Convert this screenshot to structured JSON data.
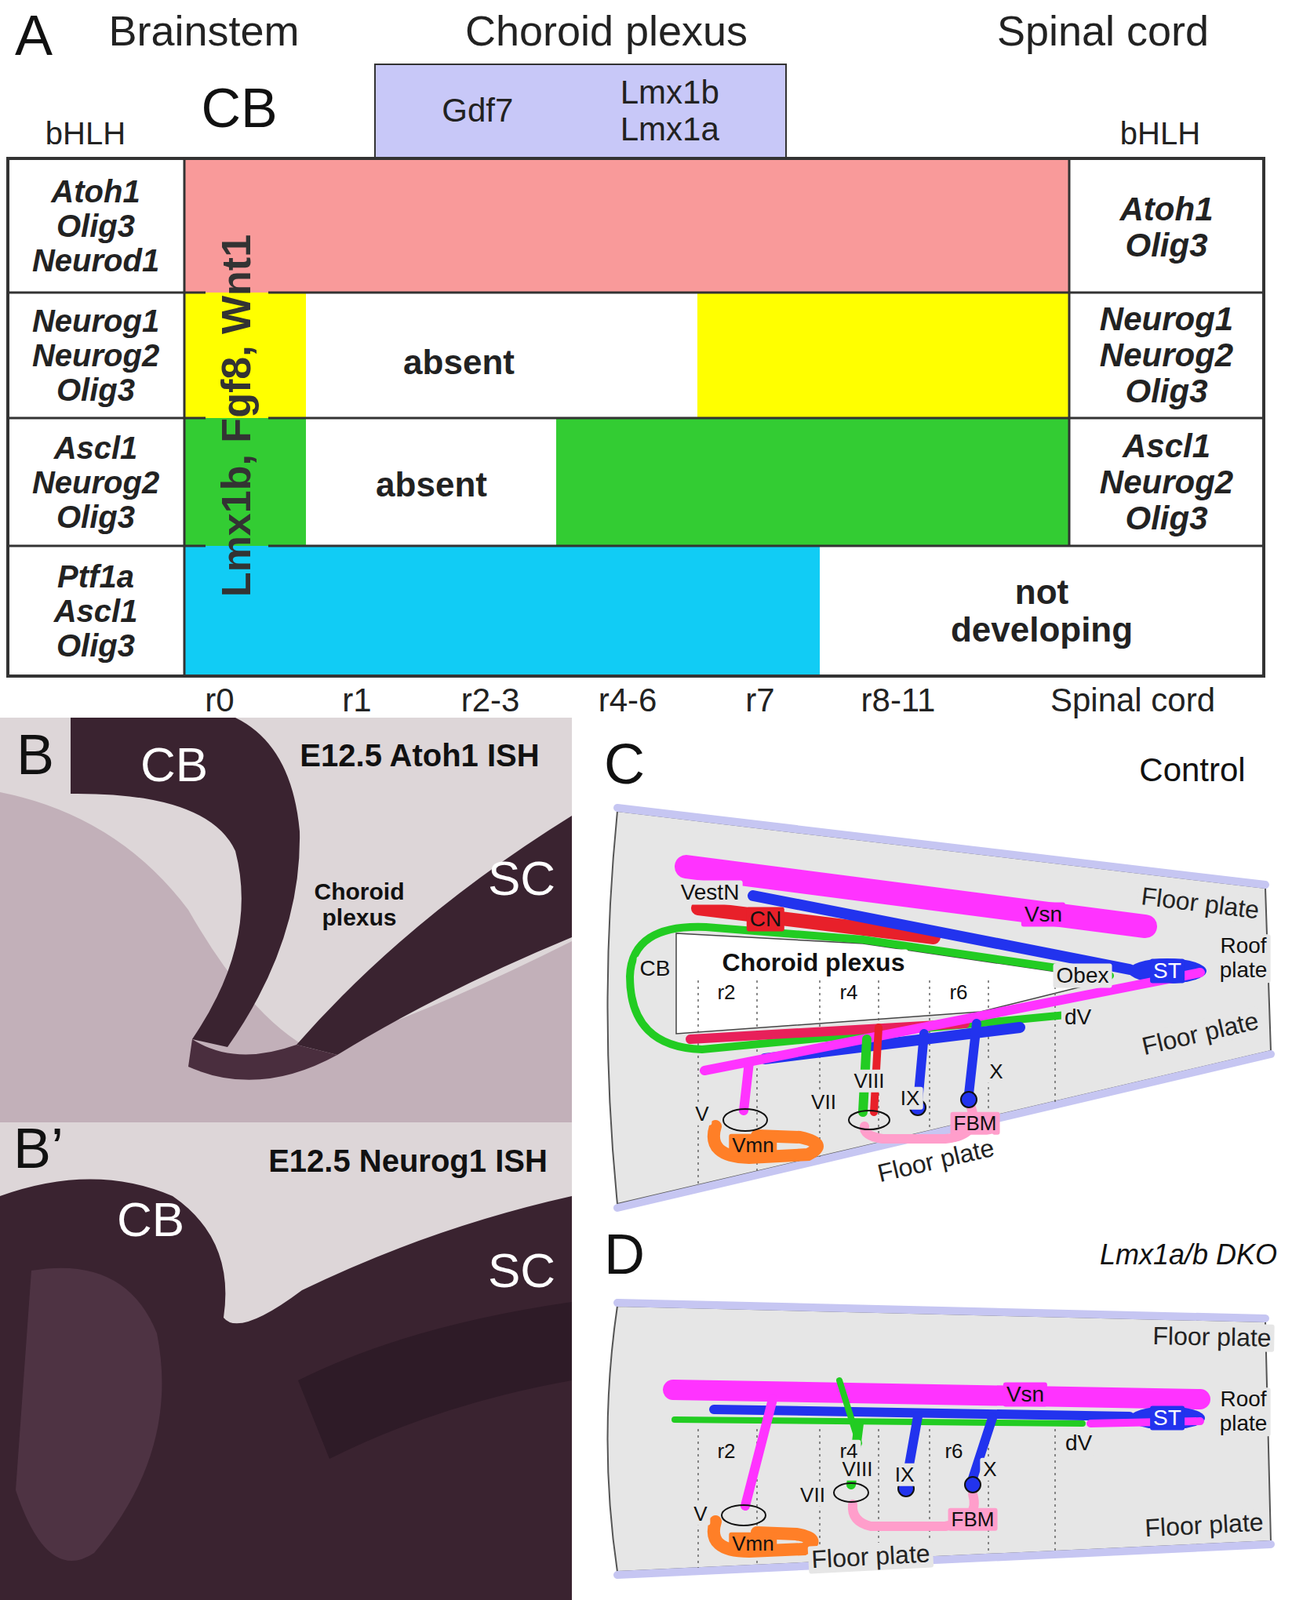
{
  "diagram": {
    "nodes": [
      {
        "text": [
          "Gdf7",
          "Lmx1b Lmx1a"
        ]
      }
    ],
    "labels": [
      "A",
      "Brainstem",
      "Choroid plexus",
      "Spinal cord",
      "CB",
      "bHLH",
      "bHLH",
      "Atoh1 Olig3 Neurod1",
      "Lmx1b, Fgf8, Wnt1",
      "Atoh1 Olig3",
      "Neurog1 Neurog2 Olig3",
      "absent",
      "Neurog1 Neurog2 Olig3",
      "Ascl1 Neurog2 Olig3",
      "absent",
      "Ascl1 Neurog2 Olig3",
      "Ptf1a Ascl1 Olig3",
      "not developing",
      "r0",
      "r1",
      "r2-3",
      "r4-6",
      "r7",
      "r8-11",
      "Spinal cord",
      "B",
      "CB",
      "E12.5 Atoh1 ISH",
      "Choroid plexus",
      "SC",
      "C",
      "Control",
      "Floor plate",
      "VestN",
      "CN",
      "Vsn",
      "Roof plate",
      "CB",
      "Choroid plexus",
      "r2",
      "r4",
      "r6",
      "Obex",
      "ST",
      "dV",
      "Floor plate",
      "V",
      "VII",
      "VIII",
      "IX",
      "X",
      "FBM",
      "Vmn",
      "Floor plate",
      "B’",
      "E12.5 Neurog1 ISH",
      "CB",
      "SC",
      "D",
      "Lmx1a/b DKO",
      "Floor plate",
      "Vsn",
      "Roof plate",
      "ST",
      "dV",
      "r2",
      "r4",
      "r6",
      "V",
      "VII",
      "VIII",
      "IX",
      "X",
      "FBM",
      "Vmn",
      "Floor plate",
      "Floor plate"
    ]
  }
}
